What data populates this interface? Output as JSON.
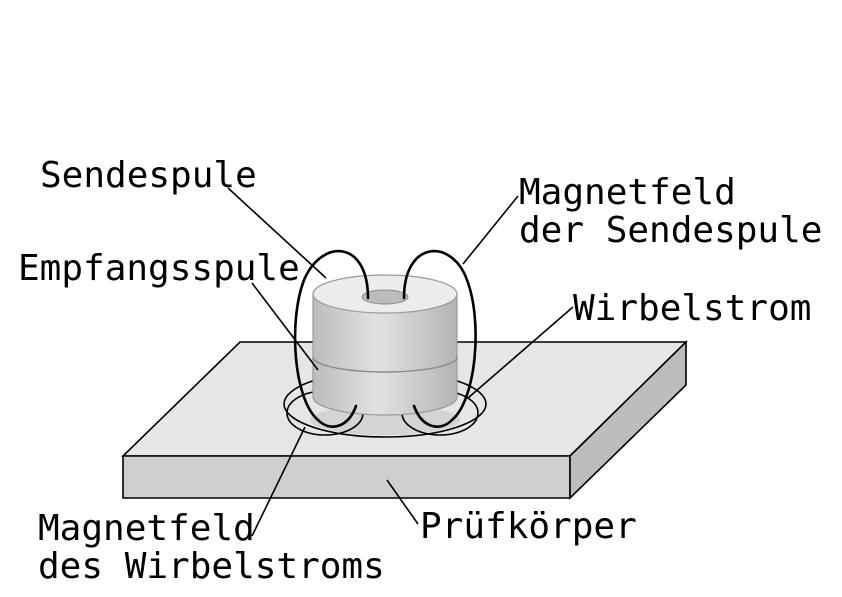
{
  "diagram": {
    "labels": {
      "sendespule": "Sendespule",
      "empfangsspule": "Empfangsspule",
      "magnetfeld_sendespule_line1": "Magnetfeld",
      "magnetfeld_sendespule_line2": "der Sendespule",
      "wirbelstrom": "Wirbelstrom",
      "magnetfeld_wirbelstrom_line1": "Magnetfeld",
      "magnetfeld_wirbelstrom_line2": "des Wirbelstroms",
      "pruefkoerper": "Prüfkörper"
    },
    "colors": {
      "plate_top": "#e6e6e6",
      "plate_front": "#cfcfcf",
      "plate_side": "#bdbdbd",
      "coil_body": "#cdcdcd",
      "coil_top": "#e8e8e8",
      "outline": "#000000"
    }
  }
}
